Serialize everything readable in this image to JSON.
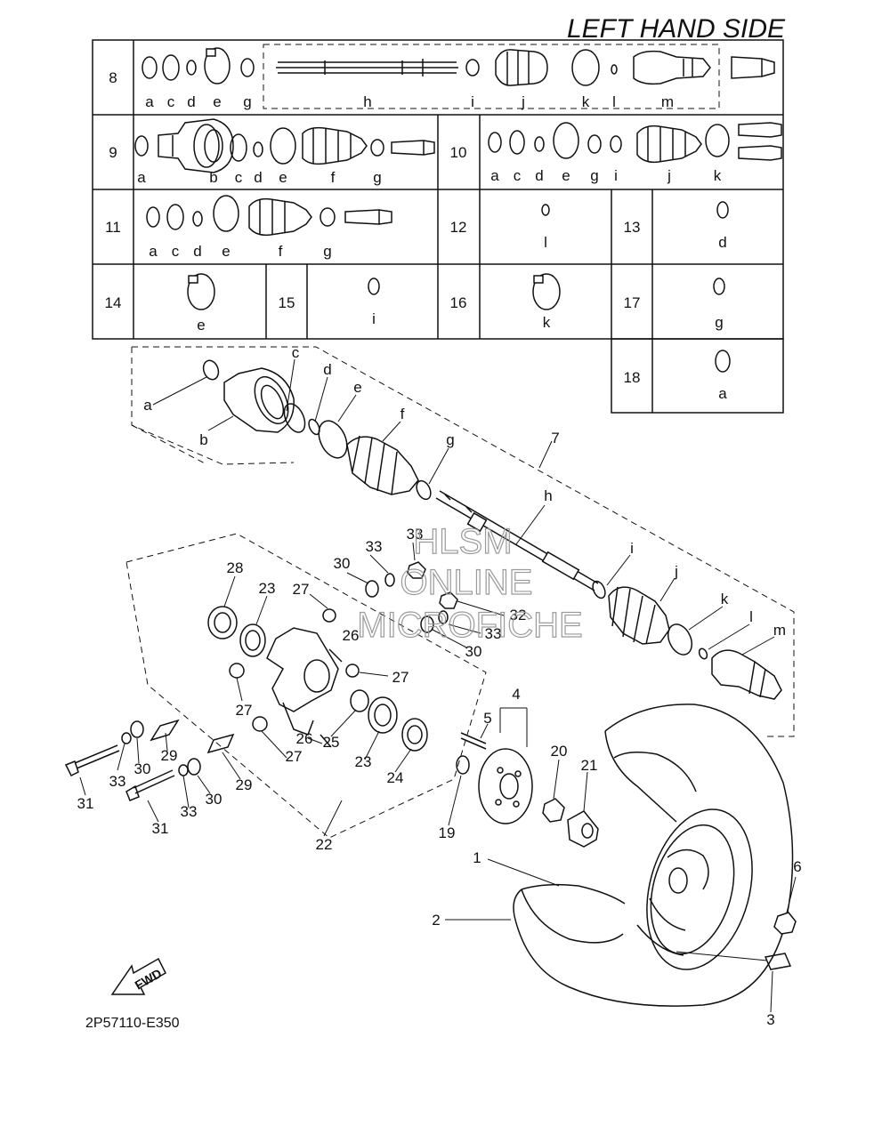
{
  "header": {
    "title": "LEFT HAND SIDE"
  },
  "kit_table": {
    "rows": [
      {
        "no": "8",
        "parts": [
          "a",
          "c",
          "d",
          "e",
          "g",
          "h",
          "i",
          "j",
          "k",
          "l",
          "m"
        ]
      },
      {
        "no": "9",
        "parts": [
          "a",
          "b",
          "c",
          "d",
          "e",
          "f",
          "g"
        ]
      },
      {
        "no": "10",
        "parts": [
          "a",
          "c",
          "d",
          "e",
          "g",
          "i",
          "j",
          "k"
        ]
      },
      {
        "no": "11",
        "parts": [
          "a",
          "c",
          "d",
          "e",
          "f",
          "g"
        ]
      },
      {
        "no": "12",
        "parts": [
          "l"
        ]
      },
      {
        "no": "13",
        "parts": [
          "d"
        ]
      },
      {
        "no": "14",
        "parts": [
          "e"
        ]
      },
      {
        "no": "15",
        "parts": [
          "i"
        ]
      },
      {
        "no": "16",
        "parts": [
          "k"
        ]
      },
      {
        "no": "17",
        "parts": [
          "g"
        ]
      },
      {
        "no": "18",
        "parts": [
          "a"
        ]
      }
    ]
  },
  "shaft_letters": [
    "a",
    "b",
    "c",
    "d",
    "e",
    "f",
    "g",
    "h",
    "i",
    "j",
    "k",
    "l",
    "m"
  ],
  "callouts": [
    "1",
    "2",
    "3",
    "4",
    "5",
    "6",
    "7",
    "19",
    "20",
    "21",
    "22",
    "23",
    "23",
    "24",
    "25",
    "26",
    "26",
    "27",
    "27",
    "27",
    "27",
    "28",
    "29",
    "29",
    "30",
    "30",
    "30",
    "30",
    "31",
    "31",
    "32",
    "33",
    "33",
    "33",
    "33",
    "33"
  ],
  "watermark": {
    "line1": "HLSM",
    "line2": "ONLINE",
    "line3": "MICROFICHE"
  },
  "fwd_badge": "FWD",
  "diagram_code": "2P57110-E350"
}
